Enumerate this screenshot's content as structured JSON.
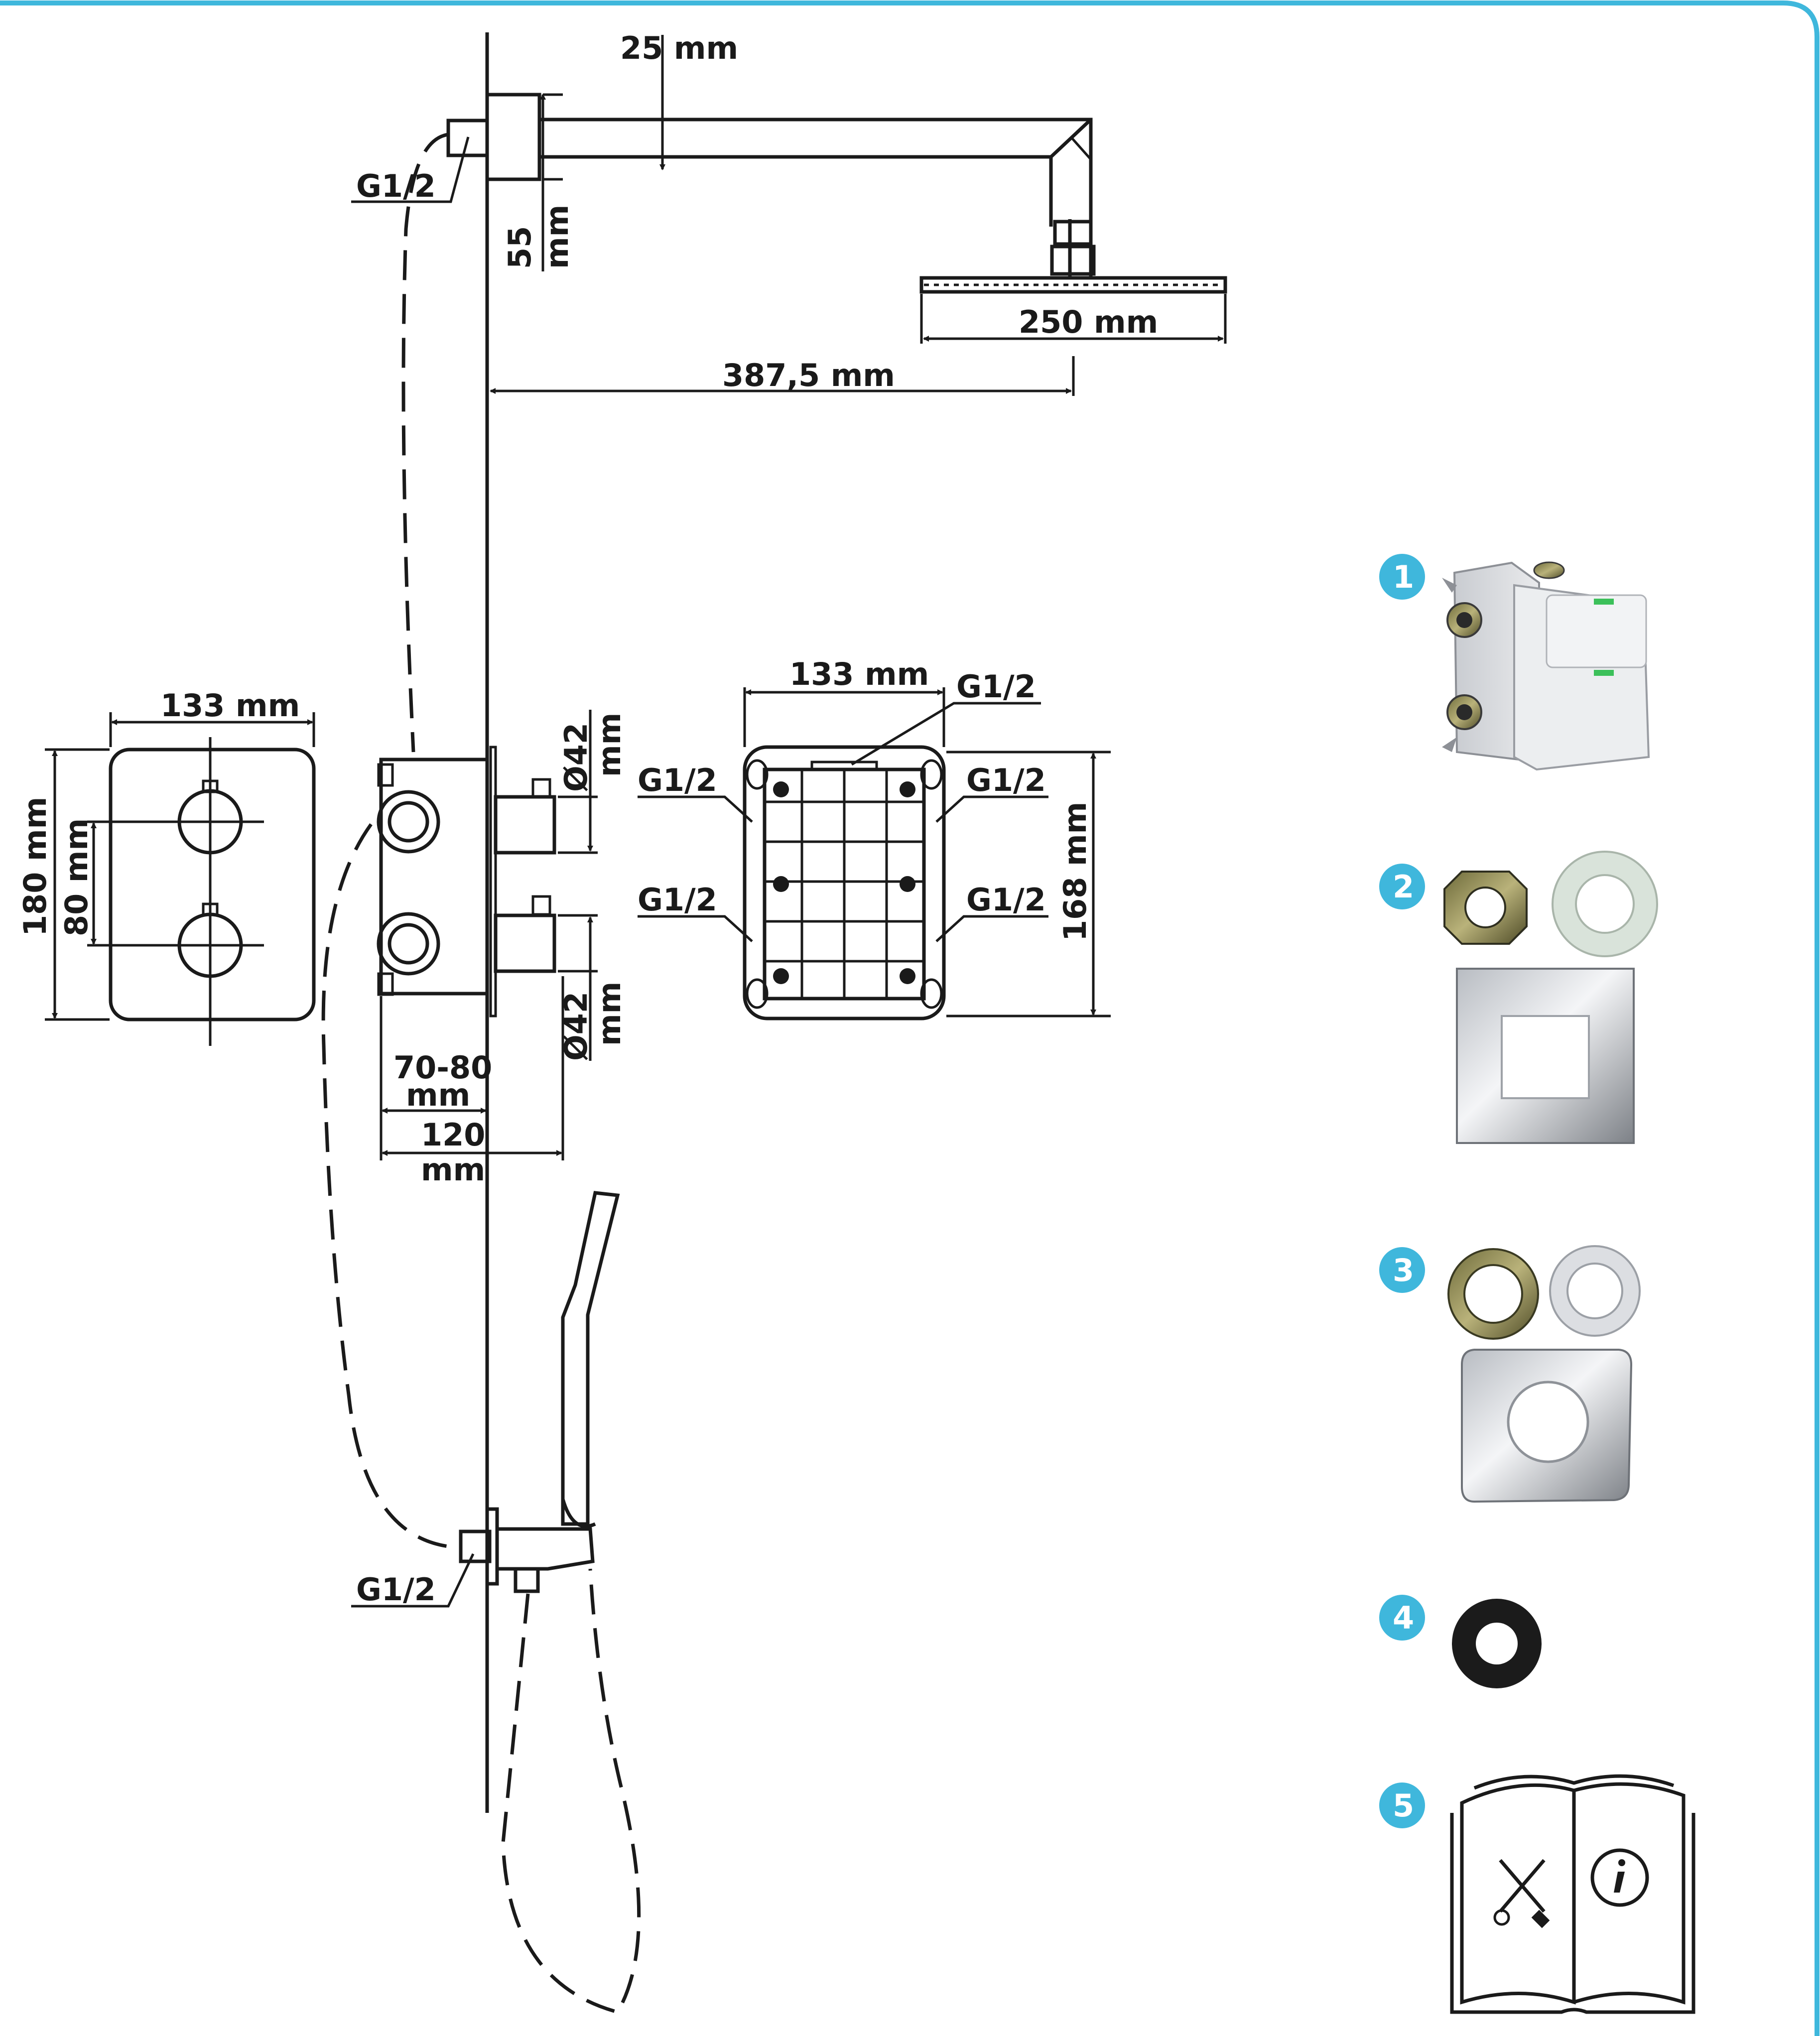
{
  "colors": {
    "accent": "#3fb7dc",
    "ink": "#1a1a1a",
    "background": "#ffffff"
  },
  "dimensions": {
    "arm_thickness": "25 mm",
    "arm_height": "55",
    "arm_height_unit": "mm",
    "head_width": "250 mm",
    "arm_reach": "387,5 mm",
    "plate_width": "133 mm",
    "plate_height": "180 mm",
    "knob_spacing": "80 mm",
    "knob_diameter_top": "Ø42",
    "knob_diameter_top_unit": "mm",
    "knob_diameter_bottom": "Ø42",
    "knob_diameter_bottom_unit": "mm",
    "depth_range": "70-80",
    "depth_range_unit": "mm",
    "depth_total": "120",
    "depth_total_unit": "mm",
    "box_width": "133 mm",
    "box_height": "168 mm",
    "thread_arm": "G1/2",
    "thread_box_top": "G1/2",
    "thread_box_left_upper": "G1/2",
    "thread_box_right_upper": "G1/2",
    "thread_box_left_lower": "G1/2",
    "thread_box_right_lower": "G1/2",
    "thread_hose_outlet": "G1/2"
  },
  "parts": [
    {
      "number": "1",
      "icon": "concealed-valve-body-icon"
    },
    {
      "number": "2",
      "icon": "square-escutcheon-with-rings-icon"
    },
    {
      "number": "3",
      "icon": "round-hole-escutcheon-with-rings-icon"
    },
    {
      "number": "4",
      "icon": "rubber-washer-icon"
    },
    {
      "number": "5",
      "icon": "instruction-manual-icon"
    }
  ]
}
